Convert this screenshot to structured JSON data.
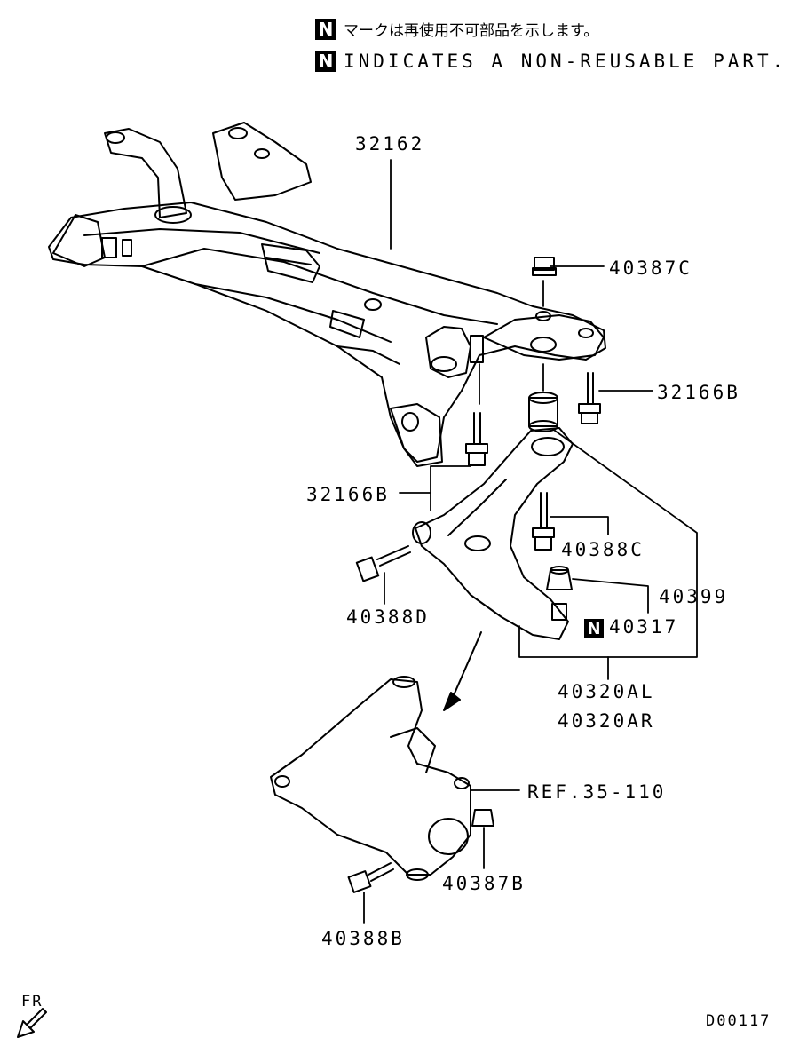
{
  "legend": {
    "symbol": "N",
    "japanese": "マークは再使用不可部品を示します。",
    "english": "INDICATES A NON-REUSABLE PART."
  },
  "parts": {
    "crossmember": "32162",
    "nut_c": "40387C",
    "bolt_b_right": "32166B",
    "bolt_b_left": "32166B",
    "bolt_c": "40388C",
    "bushing": "40399",
    "bolt_d": "40388D",
    "nut_317": "40317",
    "arm_left": "40320AL",
    "arm_right": "40320AR",
    "knuckle_ref": "REF.35-110",
    "nut_b": "40387B",
    "bolt_bb": "40388B"
  },
  "footer": {
    "direction": "FR",
    "diagram_id": "D00117"
  },
  "colors": {
    "ink": "#000000",
    "paper": "#ffffff"
  }
}
